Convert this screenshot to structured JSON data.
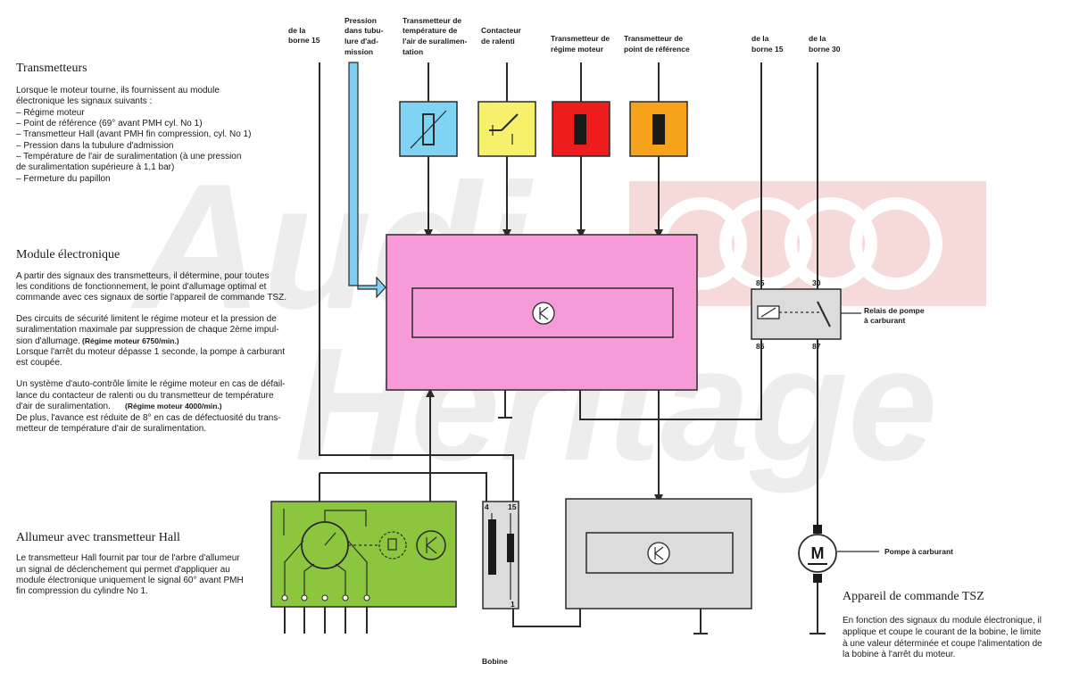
{
  "watermark": {
    "brand": "Audi",
    "sub": "Heritage",
    "color": "#e8e8e8",
    "accent": "#f7d9d9"
  },
  "colors": {
    "pressure_arrow": "#7fd0f0",
    "sensor_temp": "#7fd4f4",
    "sensor_idle": "#f7f06a",
    "sensor_rpm": "#ee1c1c",
    "sensor_ref": "#f7a21b",
    "module": "#f79ad8",
    "distributor": "#8cc63f",
    "grey_box": "#dcdcdc"
  },
  "top_labels": {
    "borne15_left": [
      "de la",
      "borne 15"
    ],
    "pression": [
      "Pression",
      "dans tubu-",
      "lure d'ad-",
      "mission"
    ],
    "temp": [
      "Transmetteur de",
      "température de",
      "l'air de suralimen-",
      "tation"
    ],
    "contacteur": [
      "Contacteur",
      "de ralenti"
    ],
    "regime": [
      "Transmetteur de",
      "régime moteur"
    ],
    "reference": [
      "Transmetteur de",
      "point de référence"
    ],
    "borne15_right": [
      "de la",
      "borne 15"
    ],
    "borne30": [
      "de la",
      "borne 30"
    ]
  },
  "transmetteurs": {
    "title": "Transmetteurs",
    "lines": [
      "Lorsque le moteur tourne, ils fournissent au module",
      "électronique les signaux suivants :",
      "–  Régime moteur",
      "–  Point de référence (69° avant PMH cyl. No 1)",
      "–  Transmetteur Hall (avant PMH fin compression, cyl. No 1)",
      "–  Pression dans la tubulure d'admission",
      "–  Température de l'air de suralimentation (à une pression",
      "    de suralimentation supérieure à 1,1 bar)",
      "–  Fermeture du papillon"
    ]
  },
  "module": {
    "title": "Module électronique",
    "lines": [
      "A partir des signaux des transmetteurs, il détermine, pour toutes",
      "les conditions de fonctionnement, le point d'allumage optimal et",
      "commande avec ces signaux de sortie l'appareil de commande TSZ."
    ],
    "lines2": [
      "Des circuits de sécurité limitent le régime moteur et la pression de",
      "suralimentation maximale par suppression de chaque 2ème impul-",
      "sion d'allumage."
    ],
    "rpm_note_1": "(Régime moteur 6750/min.)",
    "lines3": [
      "Lorsque l'arrêt du moteur dépasse 1 seconde, la pompe à carburant",
      "est coupée."
    ],
    "lines4": [
      "Un système d'auto-contrôle limite le régime moteur en cas de défail-",
      "lance du contacteur de ralenti ou du transmetteur de température",
      "d'air de suralimentation."
    ],
    "rpm_note_2": "(Régime moteur 4000/min.)",
    "lines5": [
      "De plus, l'avance est réduite de 8° en cas de défectuosité du trans-",
      "metteur de température d'air de suralimentation."
    ]
  },
  "allumeur": {
    "title": "Allumeur avec transmetteur Hall",
    "lines": [
      "Le transmetteur Hall fournit par tour de l'arbre d'allumeur",
      "un signal de déclenchement qui permet d'appliquer au",
      "module électronique uniquement le signal 60° avant PMH",
      "fin compression du cylindre No 1."
    ]
  },
  "relais": {
    "pin85": "85",
    "pin30": "30",
    "pin86": "86",
    "pin87": "87",
    "label": [
      "Relais de pompe",
      "à carburant"
    ]
  },
  "bobine": {
    "pin4": "4",
    "pin15": "15",
    "pin1": "1",
    "label": "Bobine"
  },
  "pompe": {
    "symbol": "M",
    "label": "Pompe à carburant"
  },
  "tsz": {
    "title": "Appareil de commande TSZ",
    "lines": [
      "En fonction des signaux du module électronique, il",
      "applique et coupe le courant de la bobine, le limite",
      "à une valeur déterminée et coupe l'alimentation de",
      "la bobine à l'arrêt du moteur."
    ]
  }
}
